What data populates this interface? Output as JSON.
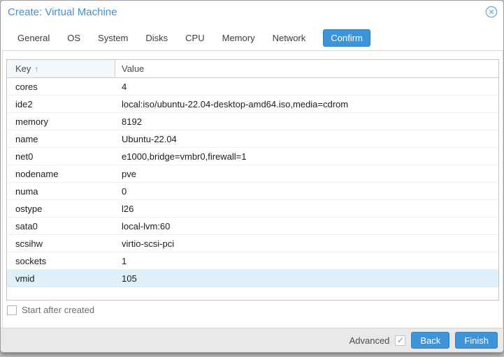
{
  "window": {
    "title": "Create: Virtual Machine"
  },
  "tabs": [
    {
      "label": "General",
      "active": false
    },
    {
      "label": "OS",
      "active": false
    },
    {
      "label": "System",
      "active": false
    },
    {
      "label": "Disks",
      "active": false
    },
    {
      "label": "CPU",
      "active": false
    },
    {
      "label": "Memory",
      "active": false
    },
    {
      "label": "Network",
      "active": false
    },
    {
      "label": "Confirm",
      "active": true
    }
  ],
  "table": {
    "columns": {
      "key": "Key",
      "value": "Value"
    },
    "sort": {
      "column": "Key",
      "direction": "ascending"
    },
    "rows": [
      {
        "key": "cores",
        "value": "4",
        "selected": false
      },
      {
        "key": "ide2",
        "value": "local:iso/ubuntu-22.04-desktop-amd64.iso,media=cdrom",
        "selected": false
      },
      {
        "key": "memory",
        "value": "8192",
        "selected": false
      },
      {
        "key": "name",
        "value": "Ubuntu-22.04",
        "selected": false
      },
      {
        "key": "net0",
        "value": "e1000,bridge=vmbr0,firewall=1",
        "selected": false
      },
      {
        "key": "nodename",
        "value": "pve",
        "selected": false
      },
      {
        "key": "numa",
        "value": "0",
        "selected": false
      },
      {
        "key": "ostype",
        "value": "l26",
        "selected": false
      },
      {
        "key": "sata0",
        "value": "local-lvm:60",
        "selected": false
      },
      {
        "key": "scsihw",
        "value": "virtio-scsi-pci",
        "selected": false
      },
      {
        "key": "sockets",
        "value": "1",
        "selected": false
      },
      {
        "key": "vmid",
        "value": "105",
        "selected": true
      }
    ]
  },
  "start_checkbox": {
    "label": "Start after created",
    "checked": false
  },
  "footer": {
    "advanced_label": "Advanced",
    "advanced_checked": true,
    "back_label": "Back",
    "finish_label": "Finish"
  },
  "icons": {
    "sort_asc": "↑"
  },
  "colors": {
    "accent": "#3d94d9",
    "accent_border": "#2b7ec2",
    "title_text": "#3f91d8",
    "selected_row_bg": "#dff0fa",
    "header_cell_bg": "#f2f8fc",
    "footer_bg": "#e9e9e9"
  }
}
